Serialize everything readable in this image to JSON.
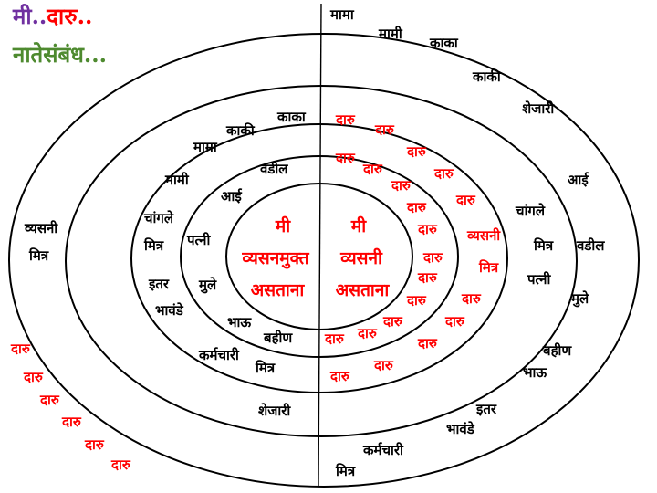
{
  "title": {
    "mi": "मी",
    "dots1": "..",
    "daru": "दारु",
    "dots2": "..",
    "subtitle": "नातेसंबंध..."
  },
  "colors": {
    "title_mi": "#7030a0",
    "title_daru": "#ff0000",
    "subtitle": "#4e8a2f",
    "relation_text": "#000000",
    "daru_text": "#ff0000",
    "lines": "#000000"
  },
  "center": {
    "left": [
      "मी",
      "व्यसनमुक्त",
      "असताना"
    ],
    "right": [
      "मी",
      "व्यसनी",
      "असताना"
    ]
  },
  "left_side": {
    "inner_ring": [
      "वडील",
      "आई",
      "पत्नी",
      "मुले",
      "भाऊ",
      "बहीण"
    ],
    "middle_ring": [
      "काका",
      "काकी",
      "मामा",
      "मामी",
      "चांगले",
      "मित्र",
      "इतर",
      "भावंडे",
      "कर्मचारी",
      "मित्र"
    ],
    "outer_ring": [
      "शेजारी"
    ],
    "outside": [
      "व्यसनी",
      "मित्र"
    ],
    "outside_daru": [
      "दारु",
      "दारु",
      "दारु",
      "दारु",
      "दारु",
      "दारु"
    ]
  },
  "right_side": {
    "inner_daru": [
      "दारु",
      "दारु",
      "दारु",
      "दारु",
      "दारु",
      "दारु",
      "दारु",
      "दारु",
      "दारु",
      "दारु",
      "दारु",
      "दारु",
      "दारु",
      "दारु",
      "दारु",
      "दारु",
      "दारु",
      "दारु",
      "दारु",
      "दारु"
    ],
    "inner_red_labels": [
      "व्यसनी",
      "मित्र"
    ],
    "middle_ring": [
      "चांगले",
      "मित्र",
      "पत्नी",
      "मुले",
      "बहीण",
      "भाऊ",
      "इतर",
      "भावंडे",
      "कर्मचारी",
      "मित्र"
    ],
    "outer_ring": [
      "मामा",
      "मामी",
      "काका",
      "काकी",
      "शेजारी",
      "आई",
      "वडील"
    ]
  }
}
